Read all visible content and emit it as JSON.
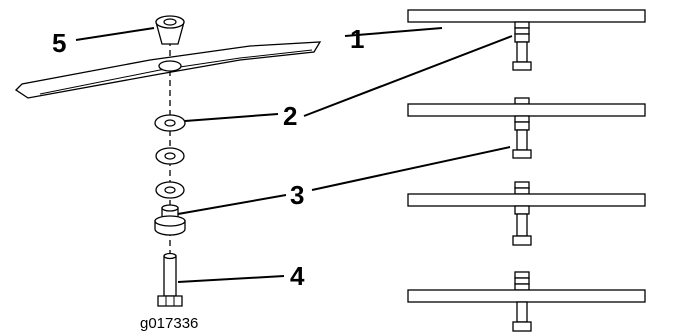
{
  "diagram": {
    "figure_id": "g017336",
    "callouts": [
      {
        "number": "1",
        "part": "blade"
      },
      {
        "number": "2",
        "part": "spacer-washer"
      },
      {
        "number": "3",
        "part": "bushing"
      },
      {
        "number": "4",
        "part": "bolt"
      },
      {
        "number": "5",
        "part": "blade-cup"
      }
    ],
    "detail_views": [
      "spacer-position-1",
      "spacer-position-2",
      "spacer-position-3",
      "spacer-position-4"
    ]
  }
}
